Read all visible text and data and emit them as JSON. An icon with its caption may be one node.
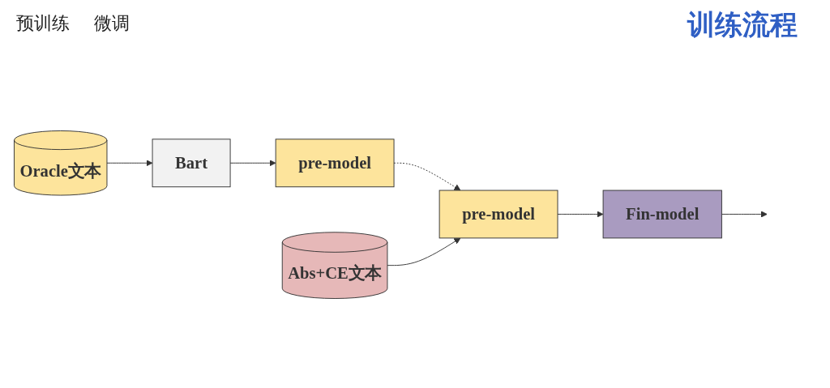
{
  "diagram": {
    "title": "训练流程",
    "nodes": [
      {
        "text": [
          "Oracle文本"
        ]
      },
      {
        "text": [
          "Bart"
        ]
      },
      {
        "text": [
          "pre-model"
        ]
      },
      {
        "text": [
          "Abs+CE文本"
        ]
      },
      {
        "text": [
          "pre-model"
        ]
      },
      {
        "text": [
          "Fin-model"
        ]
      }
    ],
    "edges": [
      {
        "from": 0,
        "to": 1,
        "arrow": "to"
      },
      {
        "from": 1,
        "to": 2,
        "arrow": "to"
      },
      {
        "from": 2,
        "to": 4,
        "arrow": "to",
        "style": "dashed"
      },
      {
        "from": 3,
        "to": 4,
        "arrow": "to"
      },
      {
        "from": 4,
        "to": 5,
        "arrow": "to"
      },
      {
        "from": 5,
        "to": null,
        "arrow": "to"
      }
    ],
    "labels": [
      "预训练",
      "微调"
    ]
  }
}
